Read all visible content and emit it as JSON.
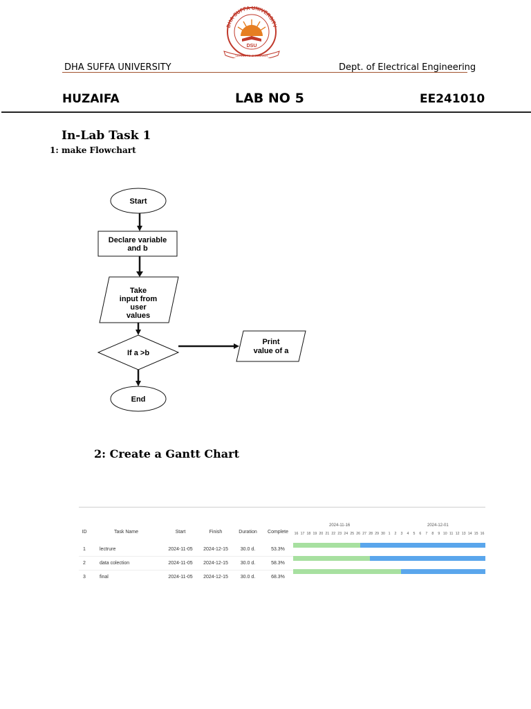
{
  "header": {
    "university": "DHA SUFFA UNIVERSITY",
    "department": "Dept. of Electrical Engineering",
    "logo_text": "DHA SUFFA UNIVERSITY",
    "logo_abbrev": "DSU",
    "logo_motto": "LEARN TO DISCOVER"
  },
  "info": {
    "student": "HUZAIFA",
    "lab": "LAB NO 5",
    "roll": "EE241010"
  },
  "task": {
    "title": "In-Lab Task 1",
    "subtitle": "1: make Flowchart"
  },
  "flowchart": {
    "start": "Start",
    "declare_line1": "Declare variable",
    "declare_line2": "and b",
    "input_line1": "Take",
    "input_line2": "input from",
    "input_line3": "user",
    "input_line4": "values",
    "decision": "If a >b",
    "print_line1": "Print",
    "print_line2": "value of a",
    "end": "End"
  },
  "gantt_section": {
    "title": "2: Create a Gantt Chart"
  },
  "gantt": {
    "columns": {
      "id": "ID",
      "name": "Task Name",
      "start": "Start",
      "finish": "Finish",
      "duration": "Duration",
      "complete": "Complete"
    },
    "date_labels": [
      "2024-11-16",
      "2024-12-01"
    ],
    "days": [
      "16",
      "17",
      "18",
      "19",
      "20",
      "21",
      "22",
      "23",
      "24",
      "25",
      "26",
      "27",
      "28",
      "29",
      "30",
      "1",
      "2",
      "3",
      "4",
      "5",
      "6",
      "7",
      "8",
      "9",
      "10",
      "11",
      "12",
      "13",
      "14",
      "15",
      "16"
    ],
    "rows": [
      {
        "id": "1",
        "name": "lectrure",
        "start": "2024-11-05",
        "finish": "2024-12-15",
        "duration": "30.0 d.",
        "complete": "53.3%",
        "progress": 0.35
      },
      {
        "id": "2",
        "name": "data colection",
        "start": "2024-11-05",
        "finish": "2024-12-15",
        "duration": "30.0 d.",
        "complete": "58.3%",
        "progress": 0.4
      },
      {
        "id": "3",
        "name": "final",
        "start": "2024-11-05",
        "finish": "2024-12-15",
        "duration": "30.0 d.",
        "complete": "68.3%",
        "progress": 0.56
      }
    ]
  },
  "colors": {
    "logo_red": "#c0392b",
    "logo_orange": "#e67e22",
    "header_rule": "#a0522d",
    "bar_done": "#a7e0a0",
    "bar_remaining": "#5aa6ec"
  }
}
